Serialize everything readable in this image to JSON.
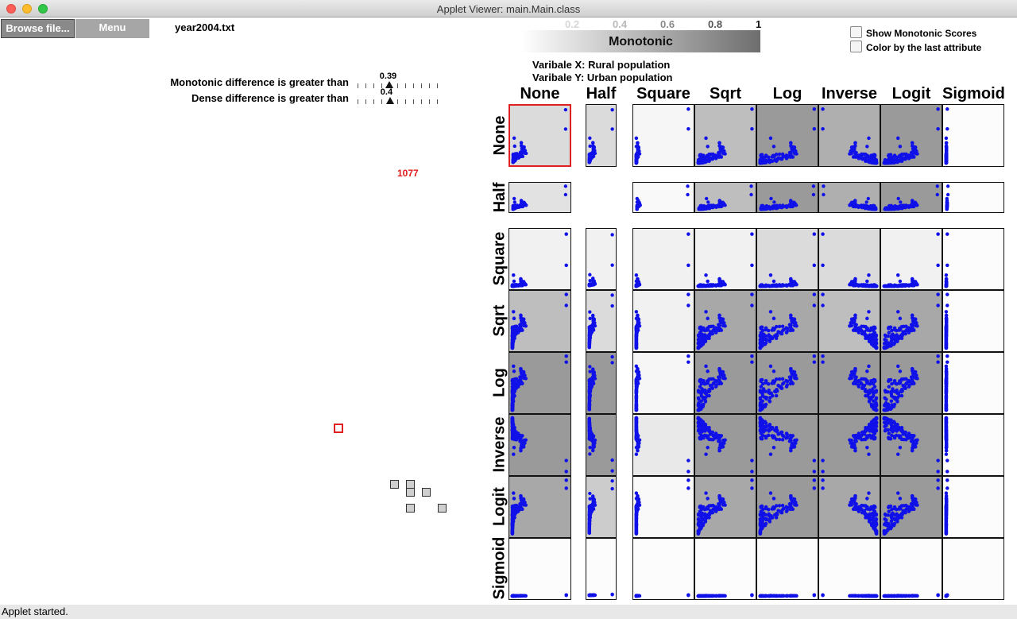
{
  "window": {
    "title": "Applet Viewer: main.Main.class"
  },
  "toolbar": {
    "browse_label": "Browse file...",
    "menu_label": "Menu",
    "filename": "year2004.txt"
  },
  "sliders": {
    "monotonic_label": "Monotonic difference is greater than",
    "monotonic_value": "0.39",
    "monotonic_level": 0.39,
    "dense_label": "Dense difference is greater than",
    "dense_value": "0.4",
    "dense_level": 0.4
  },
  "graph": {
    "count": "1077"
  },
  "legend": {
    "label": "Monotonic",
    "ticks": [
      "0.2",
      "0.4",
      "0.6",
      "0.8",
      "1"
    ],
    "tick_colors": [
      "#d6d6d6",
      "#b8b8b8",
      "#8a8a8a",
      "#555555",
      "#111111"
    ]
  },
  "variables": {
    "x_text": "Varibale X: Rural population",
    "y_text": "Varibale Y: Urban population"
  },
  "options": {
    "show_scores_label": "Show Monotonic Scores",
    "color_by_last_label": "Color by the last attribute"
  },
  "matrix": {
    "columns": [
      "None",
      "Half",
      "Square",
      "Sqrt",
      "Log",
      "Inverse",
      "Logit",
      "Sigmoid"
    ],
    "rows": [
      "None",
      "Half",
      "Square",
      "Sqrt",
      "Log",
      "Inverse",
      "Logit",
      "Sigmoid"
    ],
    "point_color": "#1010e8",
    "selected_cell": [
      0,
      0
    ],
    "scores": [
      [
        0.25,
        0.25,
        0.06,
        0.45,
        0.7,
        0.55,
        0.7,
        0.02
      ],
      [
        0.2,
        null,
        0.04,
        0.45,
        0.7,
        0.55,
        0.7,
        0.02
      ],
      [
        0.1,
        0.1,
        0.1,
        0.1,
        0.25,
        0.25,
        0.1,
        0.02
      ],
      [
        0.45,
        0.25,
        0.1,
        0.6,
        0.6,
        0.45,
        0.6,
        0.02
      ],
      [
        0.7,
        0.7,
        0.06,
        0.7,
        0.7,
        0.7,
        0.7,
        0.02
      ],
      [
        0.7,
        0.7,
        0.15,
        0.7,
        0.7,
        0.7,
        0.7,
        0.02
      ],
      [
        0.6,
        0.35,
        0.04,
        0.6,
        0.7,
        0.6,
        0.7,
        0.02
      ],
      [
        0.02,
        0.02,
        0.02,
        0.02,
        0.02,
        0.02,
        0.02,
        0.02
      ]
    ]
  },
  "status": {
    "text": "Applet started."
  }
}
